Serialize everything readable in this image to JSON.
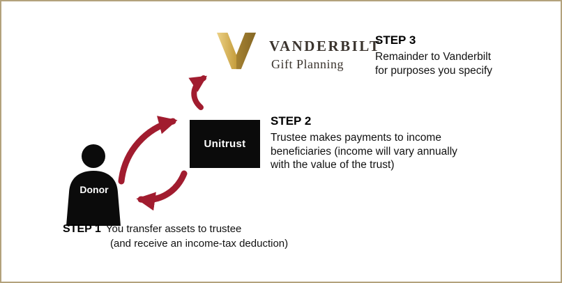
{
  "logo": {
    "wordmark": "VANDERBILT",
    "subtitle": "Gift Planning"
  },
  "nodes": {
    "donor_label": "Donor",
    "unitrust_label": "Unitrust"
  },
  "steps": {
    "step1": {
      "label": "STEP 1",
      "line1": "You transfer assets to trustee",
      "line2": "(and receive an income-tax deduction)"
    },
    "step2": {
      "label": "STEP 2",
      "lines": [
        "Trustee makes payments to income",
        "beneficiaries (income will vary annually",
        "with the value of the trust)"
      ]
    },
    "step3": {
      "label": "STEP 3",
      "lines": [
        "Remainder to Vanderbilt",
        "for purposes you specify"
      ]
    }
  },
  "colors": {
    "arrow_red": "#a11c2f",
    "border_tan": "#b3a27c",
    "gold_light": "#ecd186",
    "gold_mid": "#c59d3c",
    "gold_dark": "#7c5f1d",
    "node_black": "#0b0b0b"
  }
}
